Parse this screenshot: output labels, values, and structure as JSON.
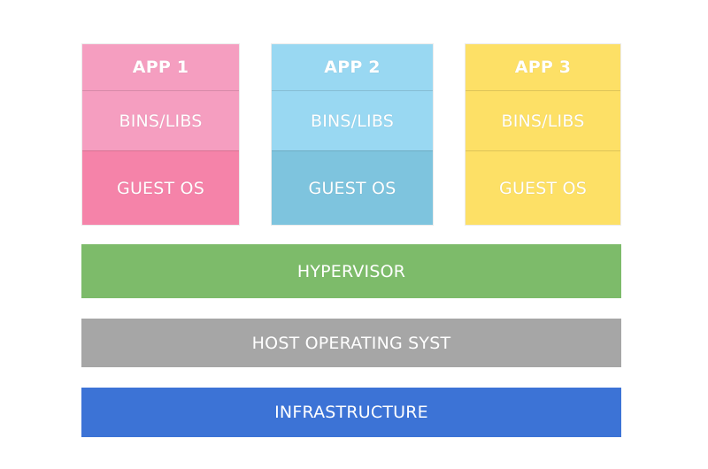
{
  "stacks": [
    {
      "app": "APP 1",
      "bins": "BINS/LIBS",
      "guest": "GUEST OS",
      "colors": {
        "app": "#f59ec0",
        "bins": "#f59ec0",
        "guest": "#f583a9"
      }
    },
    {
      "app": "APP 2",
      "bins": "BINS/LIBS",
      "guest": "GUEST OS",
      "colors": {
        "app": "#99d8f2",
        "bins": "#99d8f2",
        "guest": "#7ec4de"
      }
    },
    {
      "app": "APP 3",
      "bins": "BINS/LIBS",
      "guest": "GUEST OS",
      "colors": {
        "app": "#fde066",
        "bins": "#fde066",
        "guest": "#fde066"
      }
    }
  ],
  "layers": {
    "hypervisor": {
      "label": "HYPERVISOR",
      "color": "#7dbb6a"
    },
    "host": {
      "label": "HOST OPERATING SYST",
      "color": "#a6a6a6"
    },
    "infrastructure": {
      "label": "INFRASTRUCTURE",
      "color": "#3c73d6"
    }
  }
}
